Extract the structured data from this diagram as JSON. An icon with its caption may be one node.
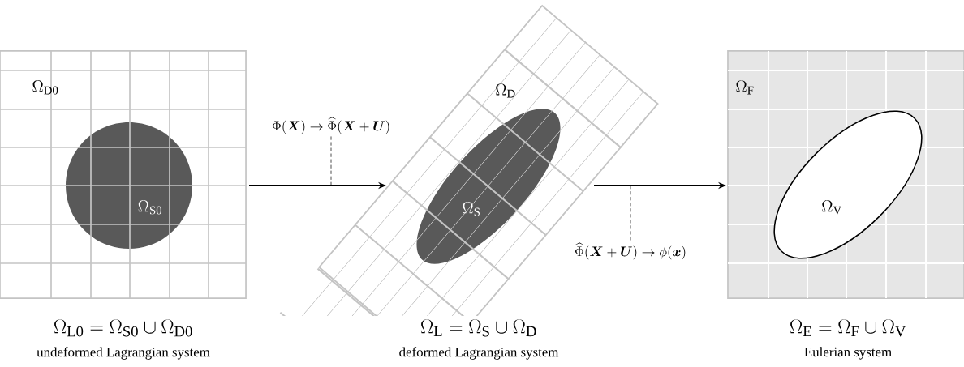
{
  "diagram": {
    "nodes": [
      {
        "text": [
          "\\Omega_{\\mathrm{D0}}"
        ],
        "beside": [
          "\\Omega_{\\mathrm{L0}} = \\Omega_{\\mathrm{S0}} \\cup \\Omega_{\\mathrm{D0}}",
          "undeformed Lagrangian system"
        ]
      },
      {
        "text": [
          "\\Omega_{\\mathrm{S0}}"
        ],
        "in": 0
      },
      {
        "text": [
          "\\Omega_{\\mathrm{D}}"
        ],
        "beside": [
          "\\Omega_{\\mathrm{L}} = \\Omega_{\\mathrm{S}} \\cup \\Omega_{\\mathrm{D}}",
          "deformed Lagrangian system"
        ]
      },
      {
        "text": [
          "\\Omega_{\\mathrm{S}}"
        ],
        "in": 2
      },
      {
        "text": [
          "\\Omega_{\\mathrm{F}}"
        ],
        "beside": [
          "\\Omega_{\\mathrm{E}} = \\Omega_{\\mathrm{F}} \\cup \\Omega_{\\mathrm{V}}",
          "Eulerian system"
        ]
      },
      {
        "text": [
          "\\Omega_{\\mathrm{V}}"
        ],
        "in": 4
      },
      {
        "text": [
          "\\Phi(\\boldsymbol{X}) \\rightarrow \\widehat{\\Phi}(\\boldsymbol{X} + \\boldsymbol{U})"
        ]
      },
      {
        "text": [
          "\\widehat{\\Phi}(\\boldsymbol{X} + \\boldsymbol{U}) \\rightarrow \\phi(\\boldsymbol{x})"
        ]
      }
    ],
    "edges": [
      {
        "from": 0,
        "to": 2,
        "arrow": "to"
      },
      {
        "from": 2,
        "to": 4,
        "arrow": "to"
      },
      {
        "from": 6,
        "to": null,
        "arrow": "none",
        "style": "dashed"
      },
      {
        "from": 7,
        "to": null,
        "arrow": "none",
        "style": "dashed"
      }
    ]
  }
}
